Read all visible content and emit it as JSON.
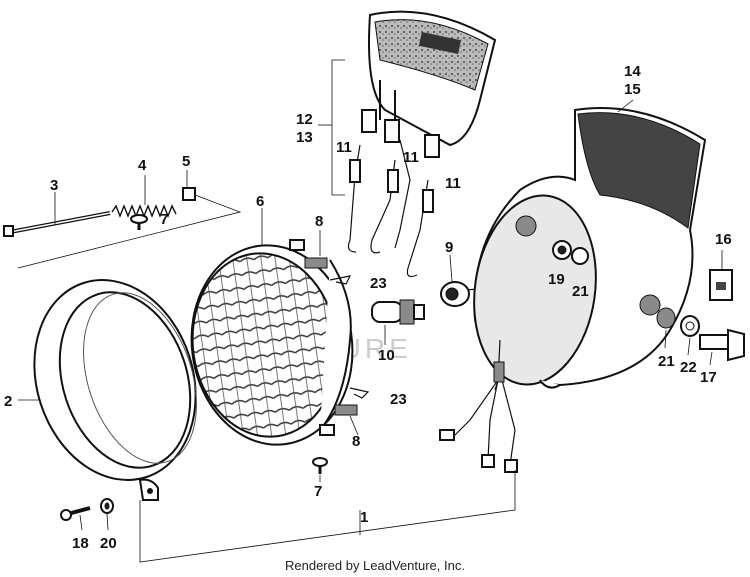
{
  "labels": {
    "l1": "1",
    "l2": "2",
    "l3": "3",
    "l4": "4",
    "l5": "5",
    "l6": "6",
    "l7a": "7",
    "l7b": "7",
    "l8a": "8",
    "l8b": "8",
    "l9": "9",
    "l10": "10",
    "l11a": "11",
    "l11b": "11",
    "l11c": "11",
    "l12": "12",
    "l13": "13",
    "l14": "14",
    "l15": "15",
    "l16": "16",
    "l17": "17",
    "l18": "18",
    "l19": "19",
    "l20": "20",
    "l21a": "21",
    "l21b": "21",
    "l22": "22",
    "l23a": "23",
    "l23b": "23"
  },
  "watermark": "VENTURE",
  "footer": "Rendered by LeadVenture, Inc."
}
